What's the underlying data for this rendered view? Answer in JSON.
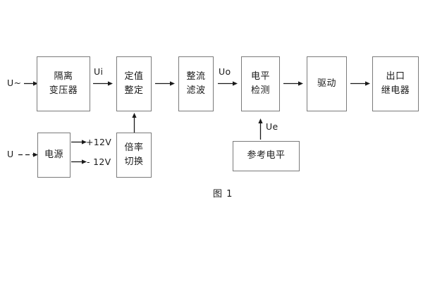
{
  "figure": {
    "caption": "图 1",
    "line_color": "#7a7a7a",
    "text_color": "#1a1a1a",
    "background": "#ffffff"
  },
  "blocks": [
    {
      "id": "isolation-transformer",
      "lines": [
        "隔离",
        "变压器"
      ]
    },
    {
      "id": "setting-value",
      "lines": [
        "定值",
        "整定"
      ]
    },
    {
      "id": "rectify-filter",
      "lines": [
        "整流",
        "滤波"
      ]
    },
    {
      "id": "level-detection",
      "lines": [
        "电平",
        "检测"
      ]
    },
    {
      "id": "drive",
      "lines": [
        "驱动"
      ]
    },
    {
      "id": "output-relay",
      "lines": [
        "出口",
        "继电器"
      ]
    },
    {
      "id": "power-supply",
      "lines": [
        "电源"
      ]
    },
    {
      "id": "multiplier-switch",
      "lines": [
        "倍率",
        "切换"
      ]
    },
    {
      "id": "reference-level",
      "lines": [
        "参考电平"
      ]
    }
  ],
  "signals": {
    "ac_input": "U~",
    "dc_input": "U",
    "ui": "Ui",
    "uo": "Uo",
    "ue": "Ue",
    "pos_12v": "+12V",
    "neg_12v": "- 12V"
  }
}
